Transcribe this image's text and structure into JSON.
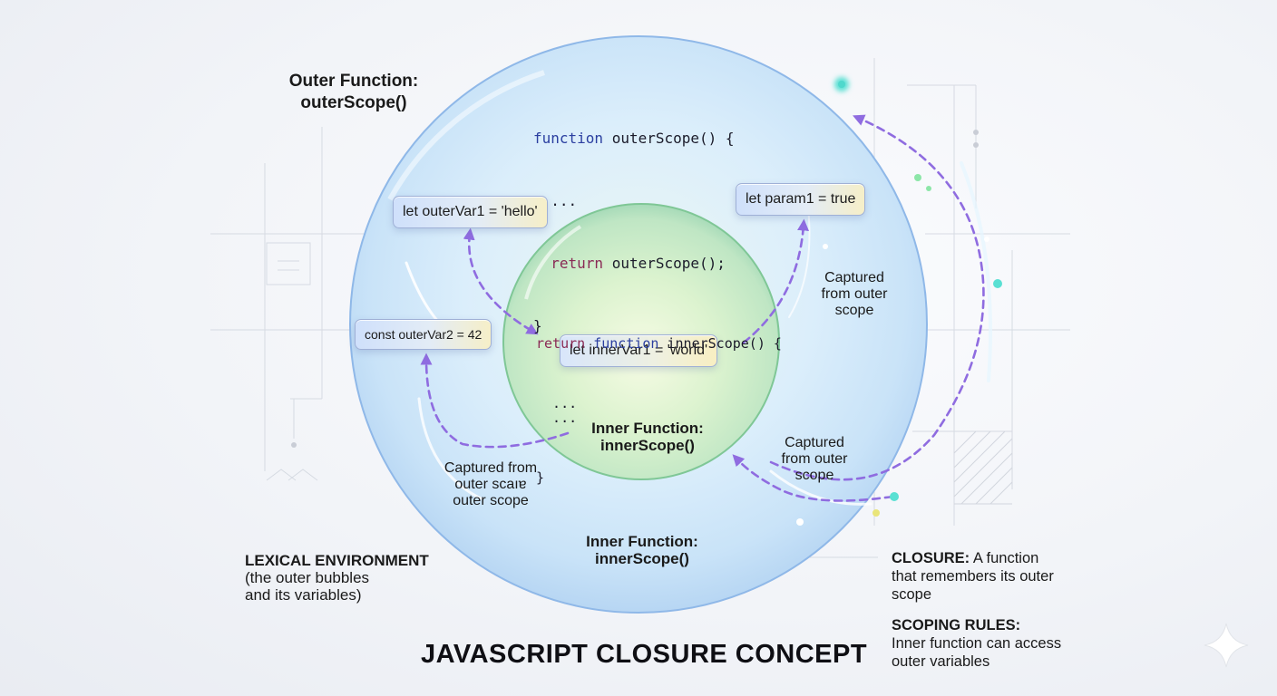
{
  "title": "JAVASCRIPT CLOSURE CONCEPT",
  "outer_function": {
    "heading": "Outer Function:",
    "name": "outerScope()",
    "code_line1_kw": "function",
    "code_line1_rest": " outerScope() {",
    "code_line2": "  ...",
    "code_line3_kw": "  return",
    "code_line3_rest": " outerScope();",
    "code_line4": "}"
  },
  "variables": {
    "outer_var1": "let outerVar1 = 'hello'",
    "outer_var2": "const outerVar2 = 42",
    "param1": "let param1 = true",
    "inner_var1": "let innerVar1 = 'world'"
  },
  "inner_function": {
    "code_line1_kw": "return",
    "code_line1_kw2": "function",
    "code_line1_rest": " innerScope() {",
    "code_line2": "  ...",
    "code_line3": "  ...",
    "code_line4": "}",
    "heading": "Inner Function:",
    "name": "innerScope()",
    "below_heading": "Inner Function:",
    "below_name": "innerScope()"
  },
  "captured_labels": {
    "top_right": [
      "Captured",
      "from outer",
      "scope"
    ],
    "bottom_left": [
      "Captured from",
      "outer scaıɐ",
      "outer scope"
    ],
    "bottom_right": [
      "Captured",
      "from outer",
      "scope"
    ]
  },
  "lexical_environment": {
    "heading": "LEXICAL ENVIRONMENT",
    "line1": "(the outer bubbles",
    "line2": "and its variables)"
  },
  "closure": {
    "heading": "CLOSURE:",
    "text1": " A function",
    "text2": "that remembers its outer",
    "text3": "scope"
  },
  "scoping_rules": {
    "heading": "SCOPING RULES:",
    "line1": "Inner function can access",
    "line2": "outer variables"
  },
  "colors": {
    "arrow": "#8f6ce0",
    "outer_bubble": "#cfe6fb",
    "inner_bubble": "#cdeebf",
    "glow": "#59e0d3"
  }
}
